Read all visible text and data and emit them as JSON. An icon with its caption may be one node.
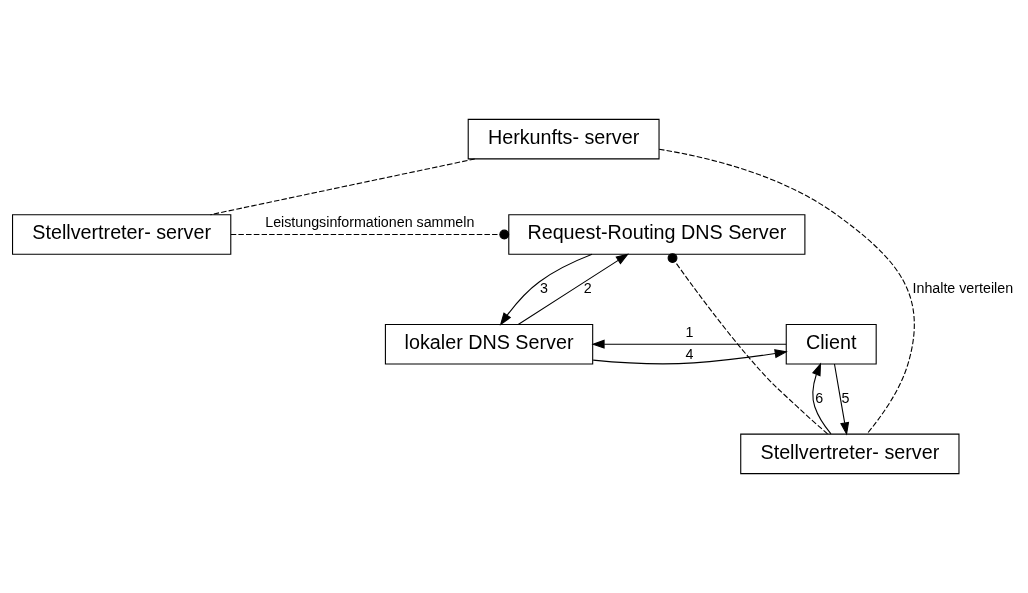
{
  "diagram": {
    "nodes": [
      {
        "text": [
          "Herkunfts- server"
        ]
      },
      {
        "text": [
          "Stellvertreter- server"
        ]
      },
      {
        "text": [
          "Request-Routing DNS Server"
        ]
      },
      {
        "text": [
          "Stellvertreter- server"
        ]
      },
      {
        "text": [
          "Client"
        ]
      },
      {
        "text": [
          "lokaler DNS Server"
        ]
      }
    ],
    "edges": [
      {
        "from": 0,
        "to": 1,
        "arrow": "none",
        "style": "dashed"
      },
      {
        "from": 0,
        "to": 3,
        "arrow": "none",
        "style": "dashed",
        "label": "Inhalte verteilen"
      },
      {
        "from": 1,
        "to": 2,
        "arrow": "other",
        "style": "dashed",
        "label": "Leistungsinformationen sammeln"
      },
      {
        "from": 3,
        "to": 2,
        "arrow": "other",
        "style": "dashed"
      },
      {
        "from": 4,
        "to": 5,
        "arrow": "to",
        "label": "1"
      },
      {
        "from": 5,
        "to": 2,
        "arrow": "to",
        "label": "2"
      },
      {
        "from": 2,
        "to": 5,
        "arrow": "to",
        "label": "3"
      },
      {
        "from": 5,
        "to": 4,
        "arrow": "to",
        "label": "4"
      },
      {
        "from": 4,
        "to": 3,
        "arrow": "to",
        "label": "5"
      },
      {
        "from": 3,
        "to": 4,
        "arrow": "to",
        "label": "6"
      }
    ]
  }
}
